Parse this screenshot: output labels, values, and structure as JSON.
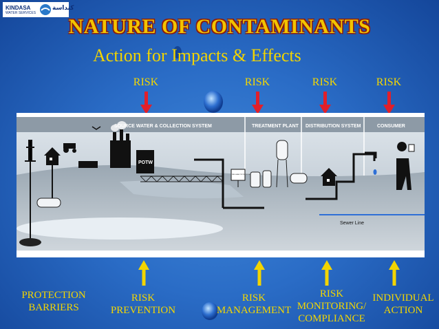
{
  "logo": {
    "name": "KINDASA",
    "sub": "WATER SERVICES",
    "arabic": "كنداسة"
  },
  "title": "NATURE OF CONTAMINANTS",
  "subtitle": "Action for Impacts & Effects",
  "top_risks": [
    "RISK",
    "RISK",
    "RISK",
    "RISK"
  ],
  "diagram": {
    "sections": [
      "SOURCE WATER & COLLECTION SYSTEM",
      "TREATMENT PLANT",
      "DISTRIBUTION SYSTEM",
      "CONSUMER"
    ],
    "potw_label": "POTW",
    "sign_label": "WELLHEAD PROTECTION AREA",
    "sewer_label": "Sewer Line"
  },
  "bottom": {
    "protection": [
      "PROTECTION",
      "BARRIERS"
    ],
    "prevention": [
      "RISK",
      "PREVENTION"
    ],
    "management": [
      "RISK",
      "MANAGEMENT"
    ],
    "monitoring": [
      "RISK",
      "MONITORING/",
      "COMPLIANCE"
    ],
    "individual": [
      "INDIVIDUAL",
      "ACTION"
    ]
  },
  "colors": {
    "risk_arrow": "#e11f2a",
    "up_arrow": "#f2d400",
    "title": "#f2c400"
  }
}
